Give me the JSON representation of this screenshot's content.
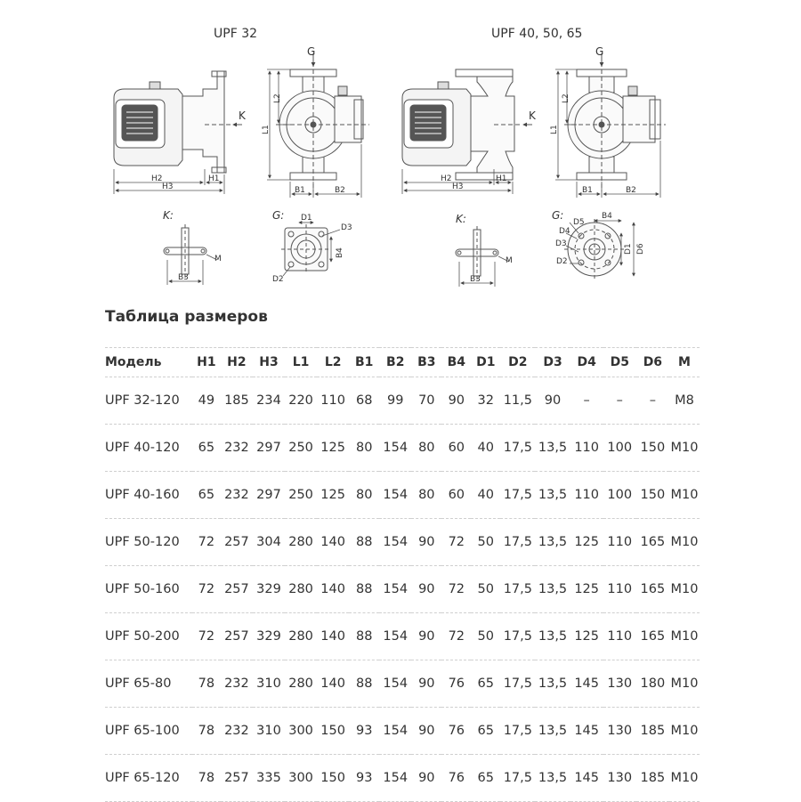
{
  "diagram": {
    "view_left_title": "UPF 32",
    "view_right_title": "UPF 40, 50, 65",
    "labels": {
      "G": "G",
      "K": "K",
      "K_view": "K:",
      "G_view": "G:",
      "H1": "H1",
      "H2": "H2",
      "H3": "H3",
      "L1": "L1",
      "L2": "L2",
      "B1": "B1",
      "B2": "B2",
      "B3": "B3",
      "B4": "B4",
      "D1": "D1",
      "D2": "D2",
      "D3": "D3",
      "D4": "D4",
      "D5": "D5",
      "D6": "D6",
      "M": "M"
    }
  },
  "table": {
    "title": "Таблица размеров",
    "columns": [
      "Модель",
      "H1",
      "H2",
      "H3",
      "L1",
      "L2",
      "B1",
      "B2",
      "B3",
      "B4",
      "D1",
      "D2",
      "D3",
      "D4",
      "D5",
      "D6",
      "M"
    ],
    "rows": [
      [
        "UPF 32-120",
        "49",
        "185",
        "234",
        "220",
        "110",
        "68",
        "99",
        "70",
        "90",
        "32",
        "11,5",
        "90",
        "–",
        "–",
        "–",
        "M8"
      ],
      [
        "UPF 40-120",
        "65",
        "232",
        "297",
        "250",
        "125",
        "80",
        "154",
        "80",
        "60",
        "40",
        "17,5",
        "13,5",
        "110",
        "100",
        "150",
        "M10"
      ],
      [
        "UPF 40-160",
        "65",
        "232",
        "297",
        "250",
        "125",
        "80",
        "154",
        "80",
        "60",
        "40",
        "17,5",
        "13,5",
        "110",
        "100",
        "150",
        "M10"
      ],
      [
        "UPF 50-120",
        "72",
        "257",
        "304",
        "280",
        "140",
        "88",
        "154",
        "90",
        "72",
        "50",
        "17,5",
        "13,5",
        "125",
        "110",
        "165",
        "M10"
      ],
      [
        "UPF 50-160",
        "72",
        "257",
        "329",
        "280",
        "140",
        "88",
        "154",
        "90",
        "72",
        "50",
        "17,5",
        "13,5",
        "125",
        "110",
        "165",
        "M10"
      ],
      [
        "UPF 50-200",
        "72",
        "257",
        "329",
        "280",
        "140",
        "88",
        "154",
        "90",
        "72",
        "50",
        "17,5",
        "13,5",
        "125",
        "110",
        "165",
        "M10"
      ],
      [
        "UPF 65-80",
        "78",
        "232",
        "310",
        "280",
        "140",
        "88",
        "154",
        "90",
        "76",
        "65",
        "17,5",
        "13,5",
        "145",
        "130",
        "180",
        "M10"
      ],
      [
        "UPF 65-100",
        "78",
        "232",
        "310",
        "300",
        "150",
        "93",
        "154",
        "90",
        "76",
        "65",
        "17,5",
        "13,5",
        "145",
        "130",
        "185",
        "M10"
      ],
      [
        "UPF 65-120",
        "78",
        "257",
        "335",
        "300",
        "150",
        "93",
        "154",
        "90",
        "76",
        "65",
        "17,5",
        "13,5",
        "145",
        "130",
        "185",
        "M10"
      ]
    ]
  }
}
